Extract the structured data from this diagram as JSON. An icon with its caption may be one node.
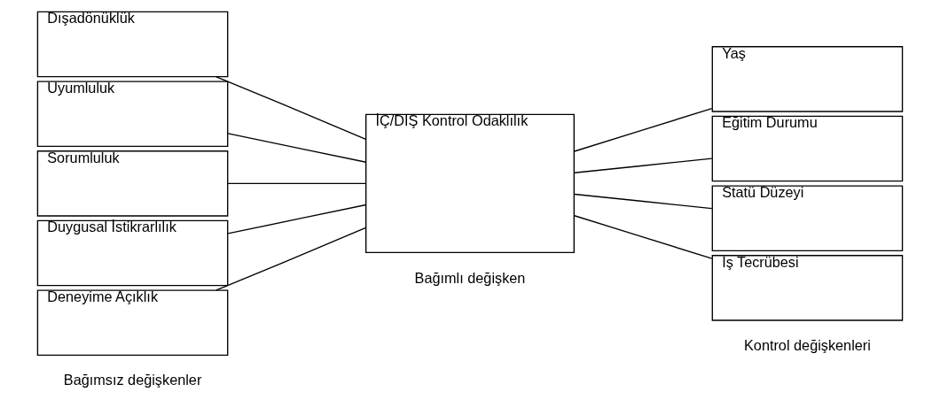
{
  "diagram": {
    "nodes": [
      {
        "text": [
          "Dışadönüklük"
        ]
      },
      {
        "text": [
          "Uyumluluk"
        ]
      },
      {
        "text": [
          "Sorumluluk"
        ]
      },
      {
        "text": [
          "Duygusal İstikrarlılık"
        ]
      },
      {
        "text": [
          "Deneyime Açıklık"
        ]
      },
      {
        "text": [
          "İÇ/DIŞ Kontrol Odaklılık"
        ]
      },
      {
        "text": [
          "Yaş"
        ]
      },
      {
        "text": [
          "Eğitim Durumu"
        ]
      },
      {
        "text": [
          "Statü Düzeyi"
        ]
      },
      {
        "text": [
          "İş Tecrübesi"
        ]
      }
    ],
    "edges": [
      {
        "from": 0,
        "to": 5,
        "arrow": "none"
      },
      {
        "from": 1,
        "to": 5,
        "arrow": "none"
      },
      {
        "from": 2,
        "to": 5,
        "arrow": "none"
      },
      {
        "from": 3,
        "to": 5,
        "arrow": "none"
      },
      {
        "from": 4,
        "to": 5,
        "arrow": "none"
      },
      {
        "from": 5,
        "to": 6,
        "arrow": "none"
      },
      {
        "from": 5,
        "to": 7,
        "arrow": "none"
      },
      {
        "from": 5,
        "to": 8,
        "arrow": "none"
      },
      {
        "from": 5,
        "to": 9,
        "arrow": "none"
      }
    ],
    "labels": [
      "Bağımsız değişkenler",
      "Bağımlı değişken",
      "Kontrol değişkenleri"
    ]
  }
}
